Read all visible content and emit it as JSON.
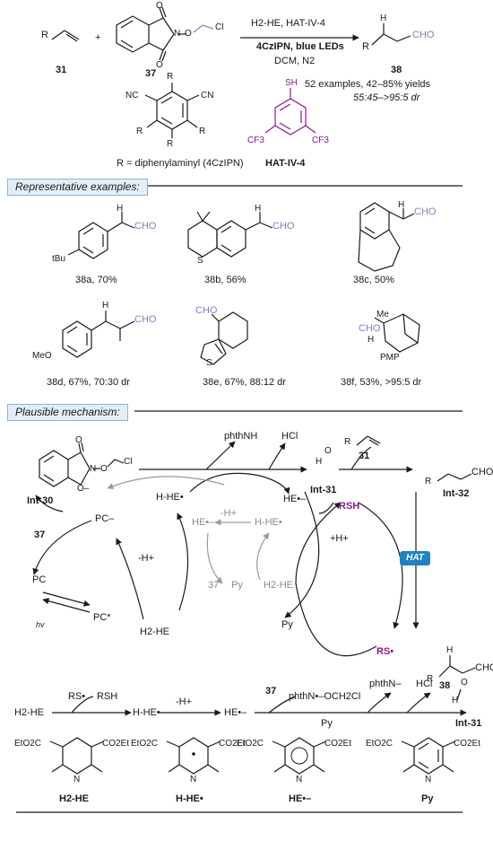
{
  "reaction": {
    "reagents": "H2-HE, HAT-IV-4",
    "catalyst": "4CzIPN, blue LEDs",
    "conditions": "DCM, N2",
    "scope": "52  examples, 42–85% yields",
    "dr": "55:45–>95:5 dr"
  },
  "labels": {
    "r": "R",
    "plus": "+",
    "c31": "31",
    "c37": "37",
    "c38": "38",
    "r_def": "R = diphenylaminyl (4CzIPN)",
    "hat_name": "HAT-IV-4"
  },
  "sections": {
    "rep": "Representative examples:",
    "mech": "Plausible mechanism:"
  },
  "examples": [
    {
      "id": "38a",
      "text": "38a, 70%"
    },
    {
      "id": "38b",
      "text": "38b, 56%"
    },
    {
      "id": "38c",
      "text": "38c, 50%"
    },
    {
      "id": "38d",
      "text": "38d, 67%, 70:30 dr"
    },
    {
      "id": "38e",
      "text": "38e, 67%, 88:12 dr"
    },
    {
      "id": "38f",
      "text": "38f, 53%, >95:5 dr"
    }
  ],
  "mechanism": {
    "int30": "Int-30",
    "int31": "Int-31",
    "int32": "Int-32",
    "phthnh": "phthNH",
    "hcl": "HCl",
    "hhe_rad": "H-HE•",
    "he_rad_anion": "HE•–",
    "minus_h": "-H+",
    "plus_h": "+H+",
    "pc_minus": "PC–",
    "pc": "PC",
    "pc_star": "PC*",
    "hv": "hv",
    "h2he": "H2-HE",
    "py": "Py",
    "rsh": "RSH",
    "rs_rad": "RS•",
    "hat_badge": "HAT",
    "cho": "CHO",
    "c37": "37",
    "c31": "31",
    "c38": "38"
  },
  "bottom": {
    "rs_rad": "RS•",
    "rsh": "RSH",
    "h2he": "H2-HE",
    "hhe_rad": "H-HE•",
    "minus_h": "-H+",
    "he_rad_anion": "HE•–",
    "c37": "37",
    "phth_anion_intermediate": "phthN•–OCH2Cl",
    "py": "Py",
    "phthn_minus": "phthN–",
    "hcl": "HCl",
    "int31": "Int-31",
    "struct_labels": [
      "H2-HE",
      "H-HE•",
      "HE•–",
      "Py"
    ],
    "ester_left": "EtO2C",
    "ester_right": "CO2Et"
  }
}
